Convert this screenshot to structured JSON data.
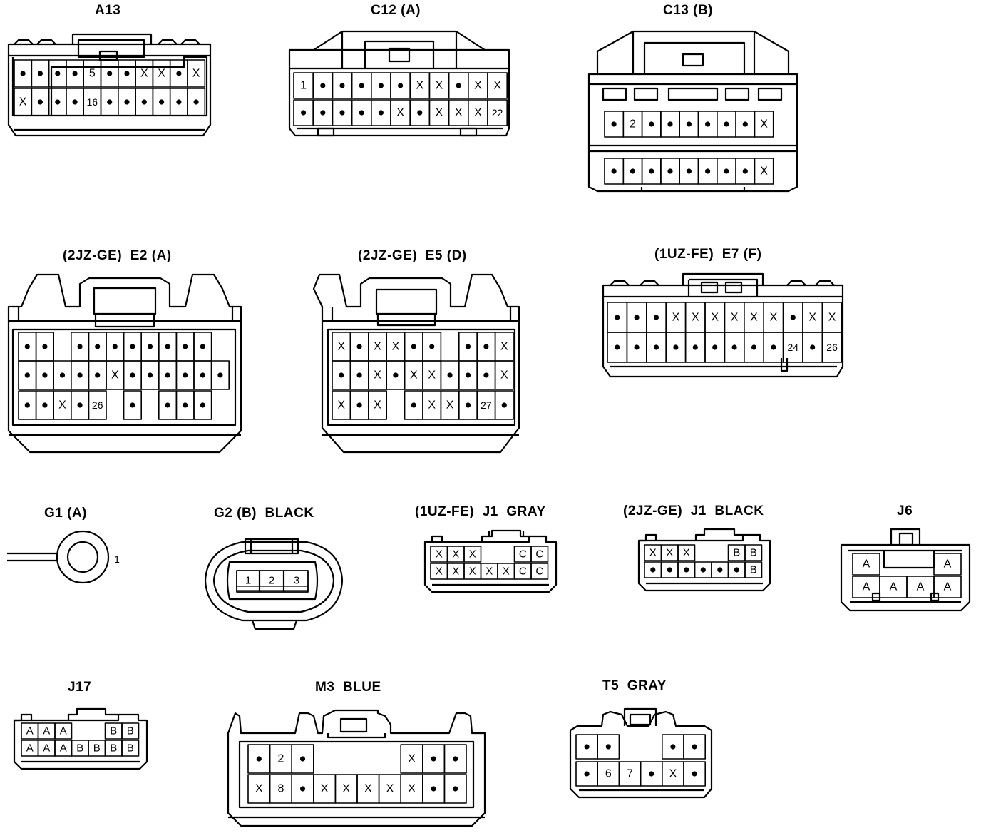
{
  "connectors": {
    "a13": {
      "title": "A13",
      "rows": [
        [
          "●",
          "●",
          "●",
          "●",
          "5",
          "●",
          "●",
          "X",
          "X",
          "●",
          "X"
        ],
        [
          "X",
          "●",
          "●",
          "●",
          "16",
          "●",
          "●",
          "●",
          "●",
          "●",
          "●"
        ]
      ]
    },
    "c12": {
      "title": "C12 (A)",
      "rows": [
        [
          "1",
          "●",
          "●",
          "●",
          "●",
          "●",
          "X",
          "X",
          "●",
          "X",
          "X"
        ],
        [
          "●",
          "●",
          "●",
          "●",
          "●",
          "X",
          "●",
          "X",
          "X",
          "X",
          "22"
        ]
      ]
    },
    "c13": {
      "title": "C13 (B)",
      "rows": [
        [
          "●",
          "2",
          "●",
          "●",
          "●",
          "●",
          "●",
          "●",
          "X"
        ],
        [
          "●",
          "●",
          "●",
          "●",
          "●",
          "●",
          "●",
          "●",
          "X"
        ]
      ]
    },
    "e2": {
      "title": "(2JZ-GE)  E2 (A)",
      "rows": [
        [
          "●",
          "●",
          "",
          "●",
          "●",
          "●",
          "●",
          "●",
          "●",
          "●",
          "●"
        ],
        [
          "●",
          "●",
          "●",
          "●",
          "●",
          "X",
          "●",
          "●",
          "●",
          "●",
          "●",
          "●"
        ],
        [
          "●",
          "●",
          "X",
          "●",
          "26",
          "",
          "●",
          "",
          "●",
          "●",
          "●"
        ]
      ]
    },
    "e5": {
      "title": "(2JZ-GE)  E5 (D)",
      "rows": [
        [
          "X",
          "●",
          "X",
          "X",
          "●",
          "●",
          "",
          "●",
          "●",
          "X"
        ],
        [
          "●",
          "●",
          "X",
          "●",
          "X",
          "X",
          "●",
          "●",
          "●",
          "X"
        ],
        [
          "X",
          "●",
          "X",
          "",
          "●",
          "X",
          "X",
          "●",
          "27",
          "●"
        ]
      ]
    },
    "e7": {
      "title": "(1UZ-FE)  E7 (F)",
      "rows": [
        [
          "●",
          "●",
          "●",
          "X",
          "X",
          "X",
          "X",
          "X",
          "X",
          "●",
          "X",
          "X"
        ],
        [
          "●",
          "●",
          "●",
          "●",
          "●",
          "●",
          "●",
          "●",
          "●",
          "24",
          "●",
          "26"
        ]
      ]
    },
    "g1": {
      "title": "G1 (A)",
      "pin": "1"
    },
    "g2": {
      "title": "G2 (B)  BLACK",
      "pins": [
        "1",
        "2",
        "3"
      ]
    },
    "j1uz": {
      "title": "(1UZ-FE)  J1  GRAY",
      "rows": [
        [
          "X",
          "X",
          "X",
          "",
          "",
          "C",
          "C"
        ],
        [
          "X",
          "X",
          "X",
          "X",
          "X",
          "C",
          "C"
        ]
      ]
    },
    "j1jz": {
      "title": "(2JZ-GE)  J1  BLACK",
      "rows": [
        [
          "X",
          "X",
          "X",
          "",
          "",
          "B",
          "B"
        ],
        [
          "●",
          "●",
          "●",
          "●",
          "●",
          "●",
          "B"
        ]
      ]
    },
    "j6": {
      "title": "J6",
      "rows": [
        [
          "A",
          "",
          "",
          "A"
        ],
        [
          "A",
          "A",
          "A",
          "A"
        ]
      ]
    },
    "j17": {
      "title": "J17",
      "rows": [
        [
          "A",
          "A",
          "A",
          "",
          "",
          "B",
          "B"
        ],
        [
          "A",
          "A",
          "A",
          "B",
          "B",
          "B",
          "B"
        ]
      ]
    },
    "m3": {
      "title": "M3  BLUE",
      "rows": [
        [
          "●",
          "2",
          "●",
          "",
          "",
          "",
          "",
          "X",
          "●",
          "●"
        ],
        [
          "X",
          "8",
          "●",
          "X",
          "X",
          "X",
          "X",
          "X",
          "●",
          "●"
        ]
      ]
    },
    "t5": {
      "title": "T5  GRAY",
      "rows": [
        [
          "●",
          "●",
          "",
          "",
          "●",
          "●"
        ],
        [
          "●",
          "6",
          "7",
          "●",
          "X",
          "●"
        ]
      ]
    }
  }
}
